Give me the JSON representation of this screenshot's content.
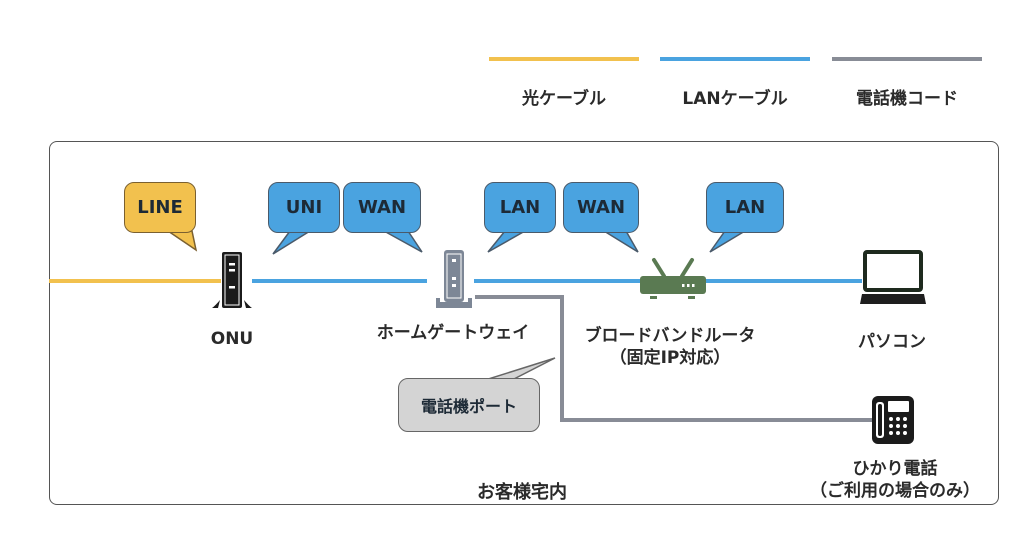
{
  "legend": [
    {
      "label": "光ケーブル",
      "color": "#f2c14e"
    },
    {
      "label": "LANケーブル",
      "color": "#4aa3e0"
    },
    {
      "label": "電話機コード",
      "color": "#888c96"
    }
  ],
  "area_label": "お客様宅内",
  "bubbles": {
    "line": "LINE",
    "uni": "UNI",
    "wan1": "WAN",
    "lan1": "LAN",
    "wan2": "WAN",
    "lan2": "LAN",
    "phone_port": "電話機ポート"
  },
  "devices": {
    "onu": "ONU",
    "home_gateway": "ホームゲートウェイ",
    "router_line1": "ブロードバンドルータ",
    "router_line2": "（固定IP対応）",
    "pc": "パソコン",
    "phone_line1": "ひかり電話",
    "phone_line2": "（ご利用の場合のみ）"
  },
  "colors": {
    "fiber": "#f2c14e",
    "lan": "#4aa3e0",
    "phone": "#888c96",
    "router": "#5a7a52"
  }
}
